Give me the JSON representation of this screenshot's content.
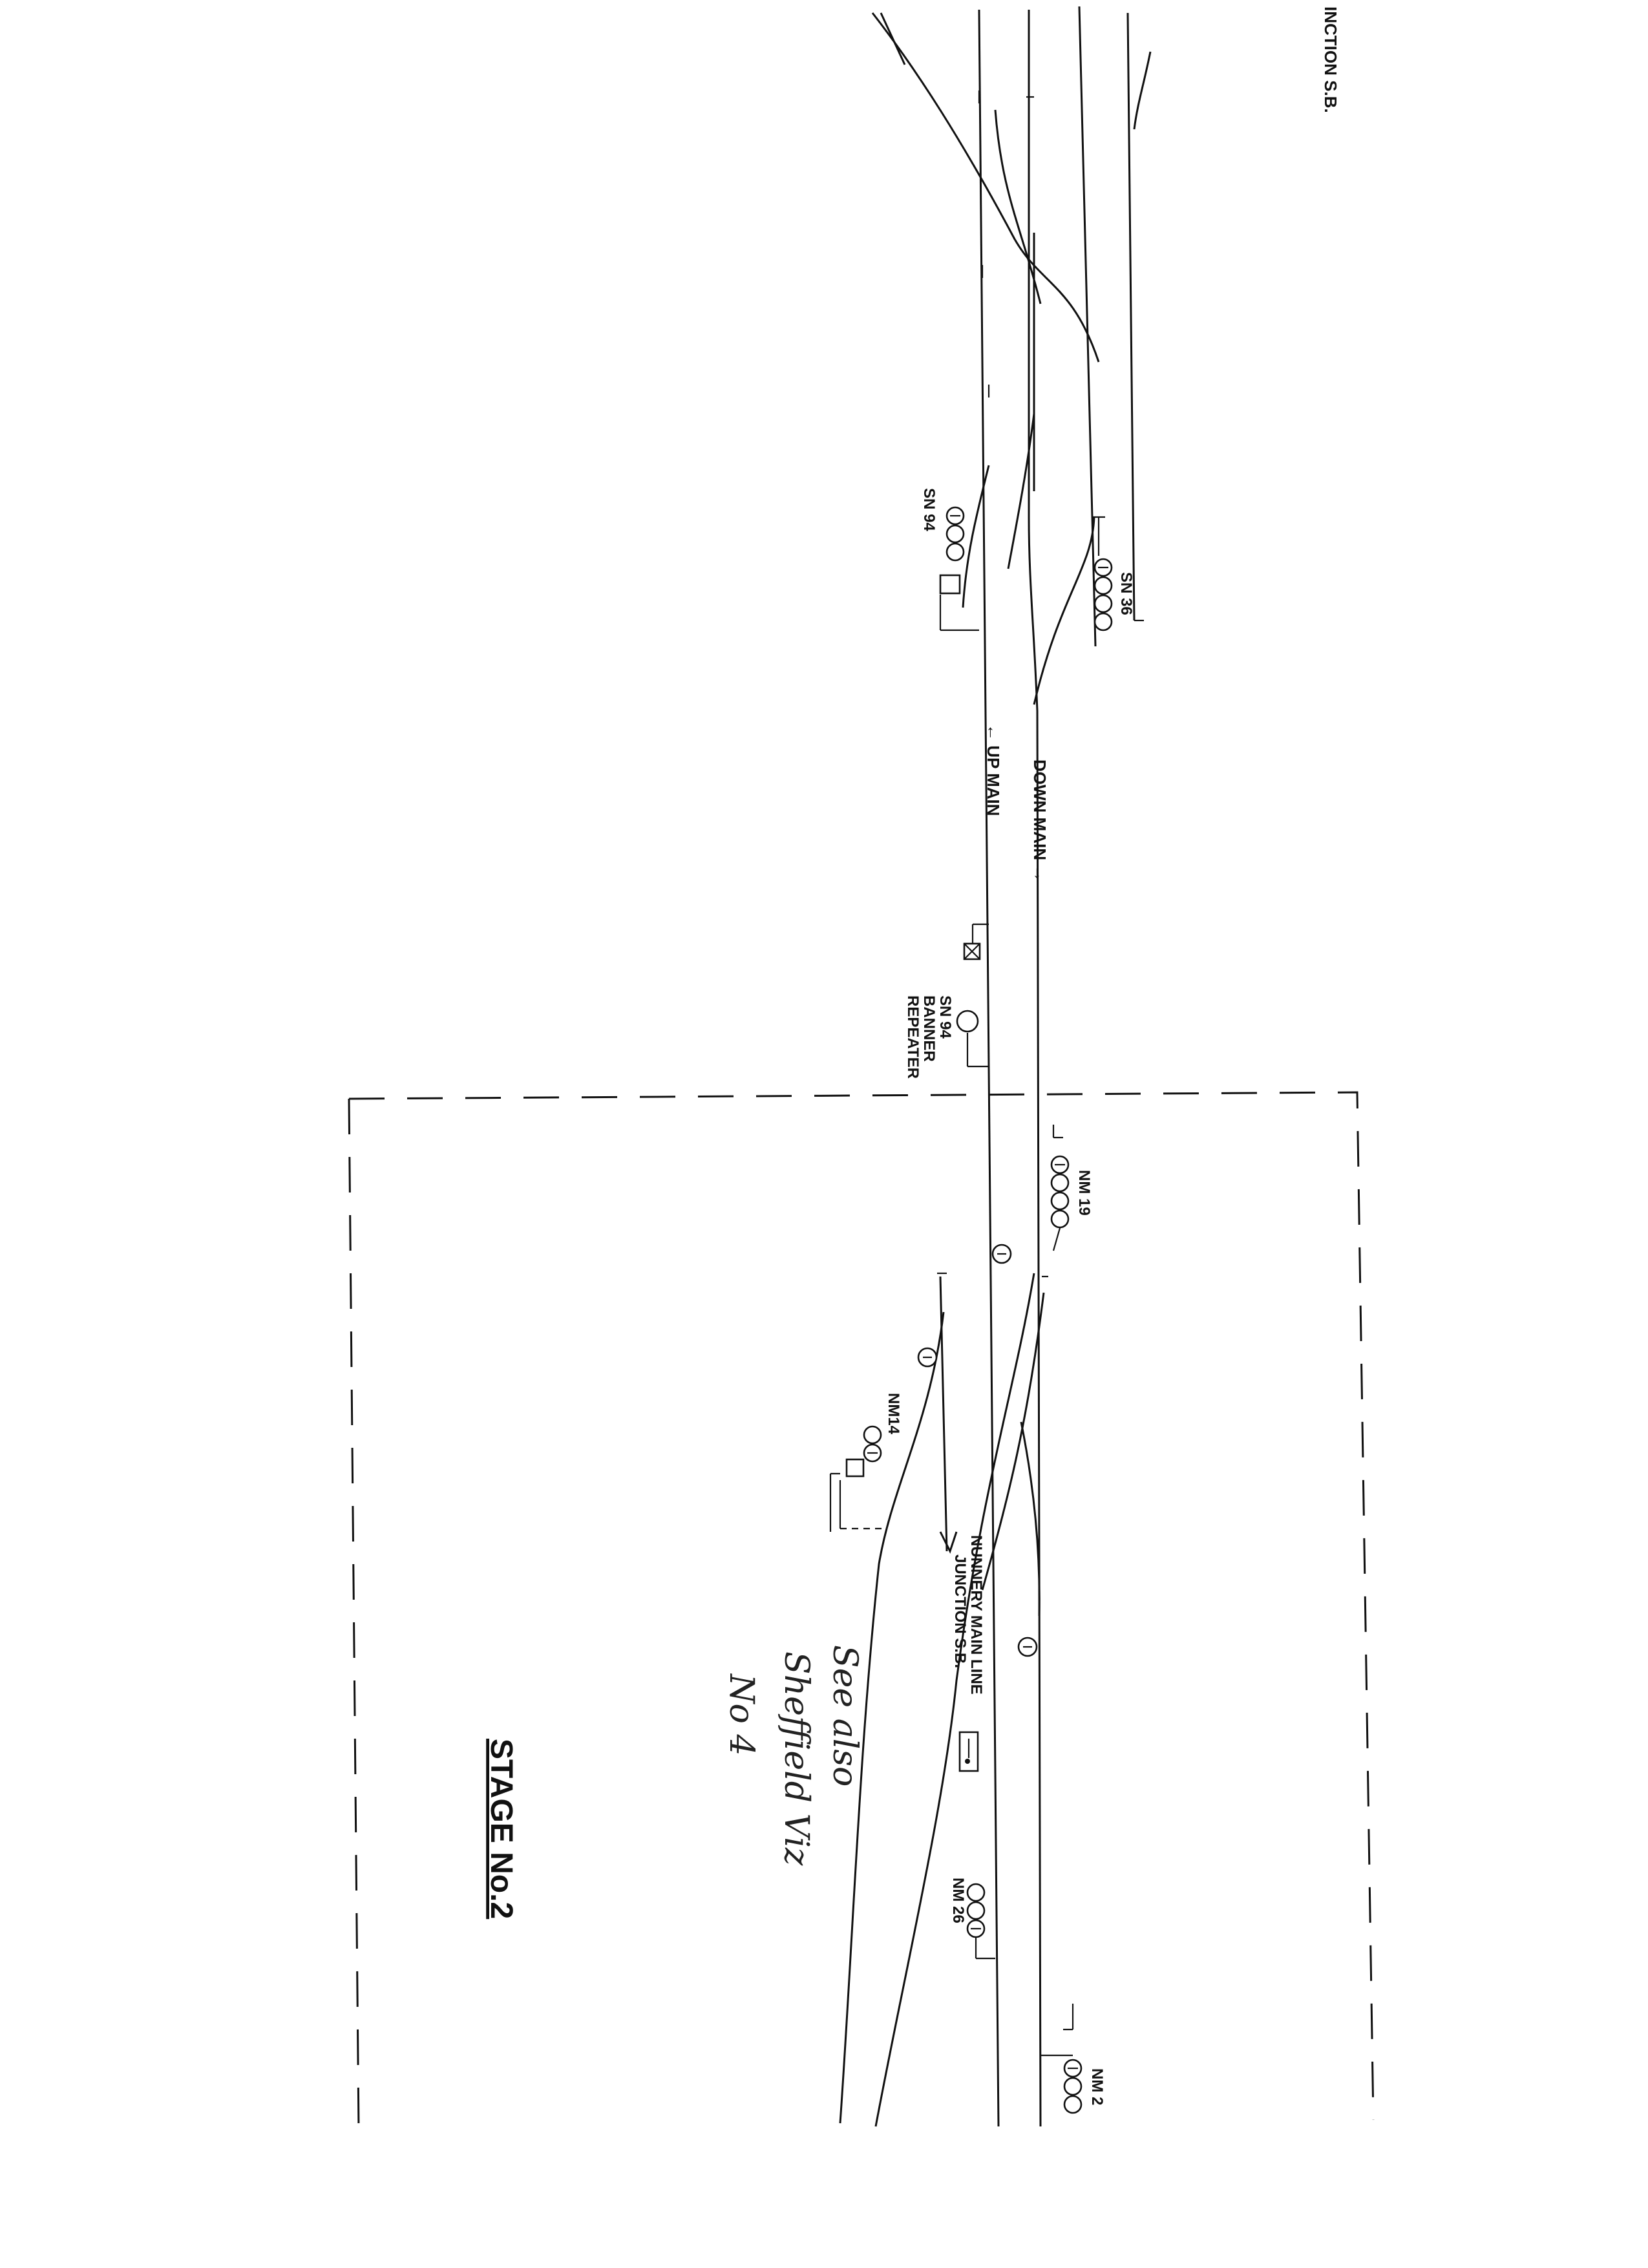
{
  "diagram": {
    "corner_label": "INCTION S.B.",
    "stage_title": "STAGE No.2",
    "lines": {
      "up_main": "UP MAIN",
      "down_main": "DOWN MAIN"
    },
    "signals": {
      "sn94": "SN 94",
      "sn36": "SN 36",
      "sn94_banner_line1": "SN 94",
      "sn94_banner_line2": "BANNER",
      "sn94_banner_line3": "REPEATER",
      "nm19": "NM 19",
      "nm14": "NM14",
      "nm26": "NM 26",
      "nm2": "NM 2"
    },
    "signal_box": {
      "line1": "NUNNERY MAIN LINE",
      "line2": "JUNCTION S.B."
    },
    "handwritten_note": {
      "line1": "See also",
      "line2": "Sheffield Viz",
      "line3": "No 4"
    }
  }
}
